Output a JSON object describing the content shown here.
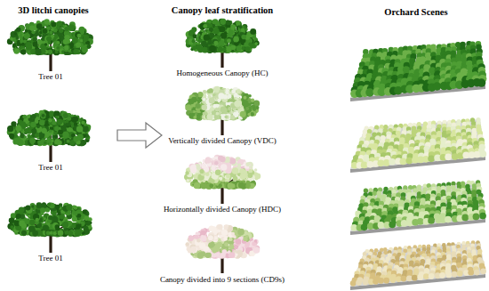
{
  "diagram": {
    "labels": [
      "3D litchi canopies",
      "Canopy leaf stratification",
      "Orchard Scenes",
      "Tree 01",
      "Tree 01",
      "Tree 01",
      "Homogeneous Canopy (HC)",
      "Vertically divided Canopy (VDC)",
      "Horizontally divided Canopy (HDC)",
      "Canopy divided into 9 sections (CD9s)"
    ]
  }
}
